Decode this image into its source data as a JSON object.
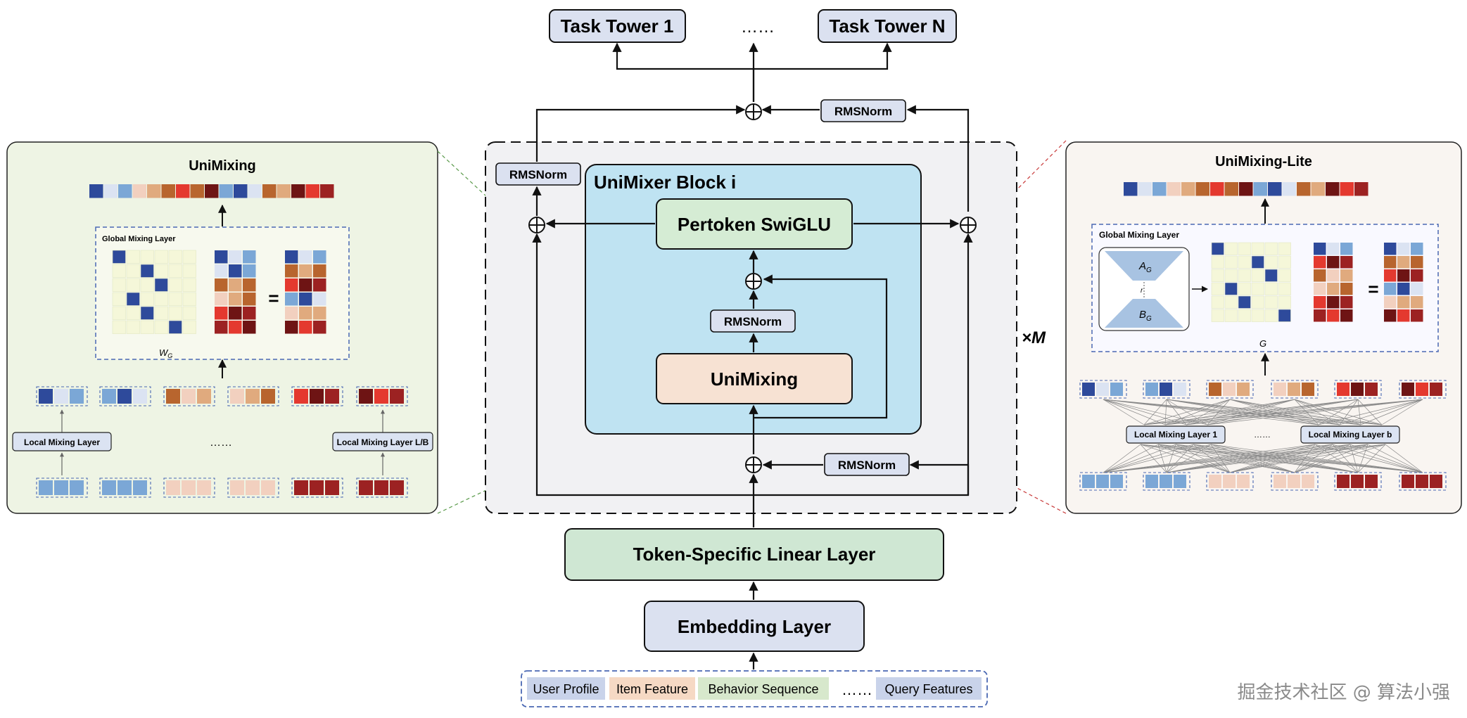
{
  "center": {
    "task_tower_1": "Task Tower 1",
    "task_tower_n": "Task Tower N",
    "top_ellipsis": "……",
    "rmsnorm": "RMSNorm",
    "block_title": "UniMixer Block i",
    "swiglu": "Pertoken SwiGLU",
    "unimixing": "UniMixing",
    "repeat": "×M",
    "token_linear": "Token-Specific Linear Layer",
    "embedding": "Embedding Layer",
    "features": [
      "User Profile",
      "Item Feature",
      "Behavior Sequence",
      "Query Features"
    ],
    "feature_colors": [
      "#c9d3ea",
      "#f6d9c4",
      "#d7e8cc",
      "#c9d3ea"
    ],
    "feature_ellipsis": "……"
  },
  "left": {
    "title": "UniMixing",
    "global_label": "Global Mixing Layer",
    "weight_label": "W",
    "weight_sub": "G",
    "equals": "=",
    "local_first": "Local Mixing Layer",
    "local_last": "Local Mixing Layer  L/B",
    "ellipsis": "……"
  },
  "right": {
    "title": "UniMixing-Lite",
    "global_label": "Global Mixing Layer",
    "a_label": "A",
    "a_sub": "G",
    "b_label": "B",
    "b_sub": "G",
    "r_label": "r",
    "g_label": "G",
    "equals": "=",
    "local_first": "Local Mixing Layer 1",
    "local_last": "Local Mixing Layer b",
    "ellipsis": "……"
  },
  "watermark": "掘金技术社区 @ 算法小强",
  "colors": {
    "navy": "#2e4a9b",
    "blue": "#7ba7d6",
    "light_blue": "#dbe3f2",
    "cream": "#f5f7d9",
    "peach": "#f2d0bf",
    "tan": "#e0aa7e",
    "brown": "#b8652e",
    "red": "#e4392f",
    "dark_red": "#9c2222",
    "maroon": "#6e1414"
  }
}
